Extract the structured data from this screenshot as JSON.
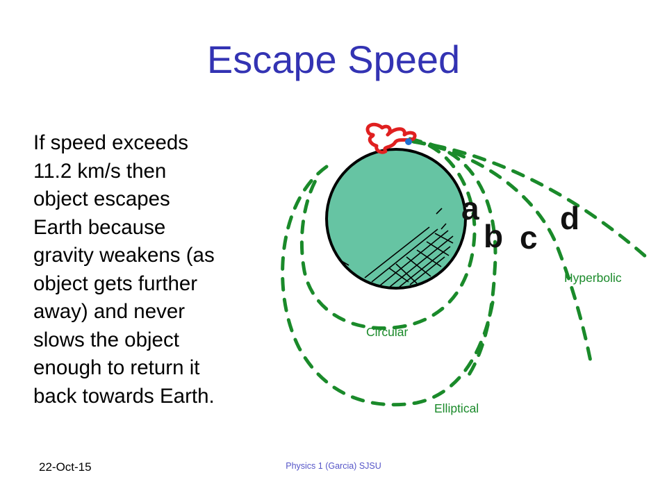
{
  "slide": {
    "title": "Escape Speed",
    "body_lines": [
      "If speed exceeds",
      "11.2 km/s then",
      "object escapes",
      "Earth because",
      "gravity weakens (as",
      "object gets further",
      "away) and never",
      "slows the object",
      "enough to return it",
      "back towards Earth."
    ],
    "diagram": {
      "earth_color": "#66c4a3",
      "orbit_color": "#1a8a2a",
      "mountain_color": "#e02020",
      "object_color": "#1e6fd0",
      "trajectory_letters": [
        "a",
        "b",
        "c",
        "d"
      ],
      "labels": {
        "circular": "Circular",
        "elliptical": "Elliptical",
        "hyperbolic": "Hyperbolic"
      }
    },
    "footer": {
      "date": "22-Oct-15",
      "course": "Physics 1 (Garcia) SJSU"
    }
  }
}
